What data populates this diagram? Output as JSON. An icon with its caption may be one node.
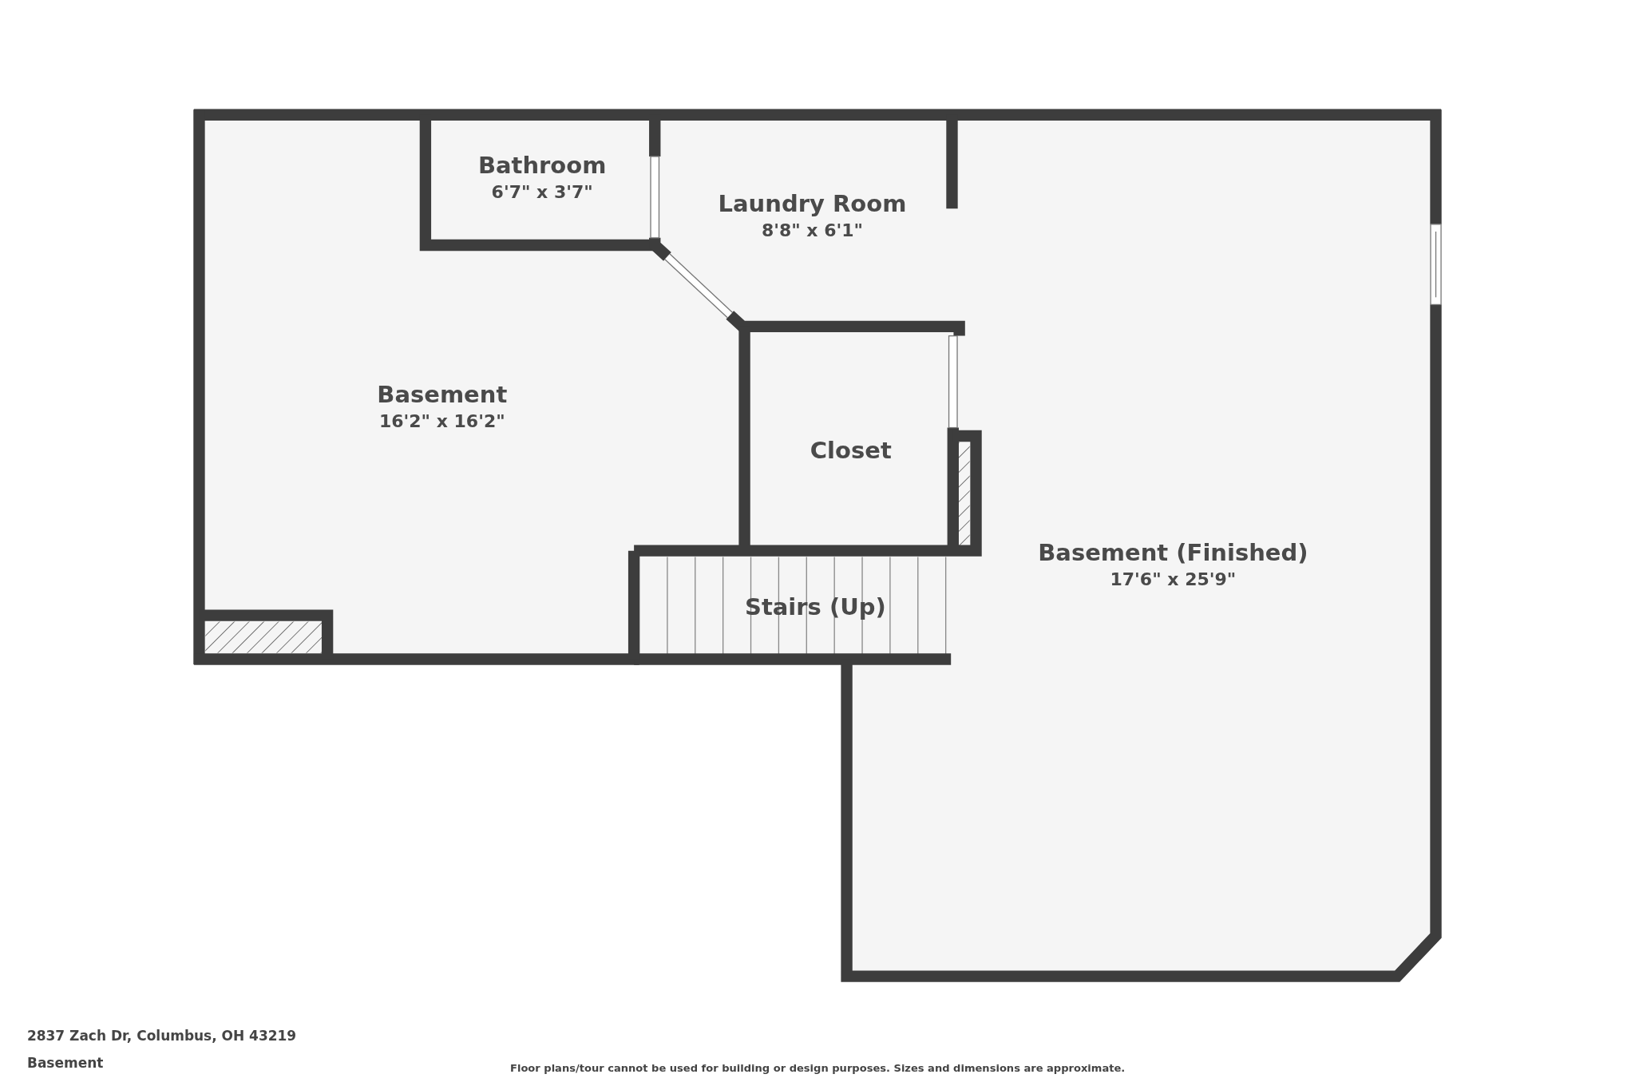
{
  "diagram": {
    "nodes": [
      {
        "text": [
          "Bathroom",
          "6'7\" x 3'7\""
        ]
      },
      {
        "text": [
          "Laundry Room",
          "8'8\" x 6'1\""
        ]
      },
      {
        "text": [
          "Basement",
          "16'2\" x 16'2\""
        ]
      },
      {
        "text": [
          "Closet"
        ]
      },
      {
        "text": [
          "Basement (Finished)",
          "17'6\" x 25'9\""
        ]
      },
      {
        "text": [
          "Stairs (Up)"
        ]
      }
    ],
    "labels": [
      "2837 Zach Dr, Columbus, OH 43219",
      "Basement",
      "Floor plans/tour cannot be used for building or design purposes. Sizes and dimensions are approximate."
    ]
  }
}
